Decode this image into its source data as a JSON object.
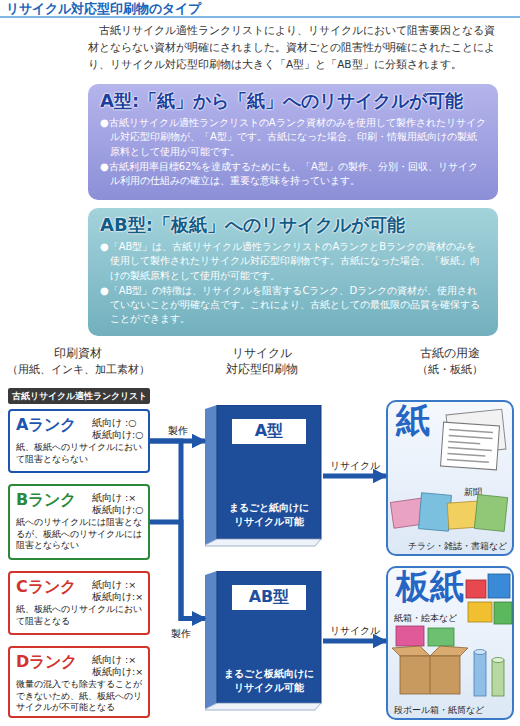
{
  "diagram": {
    "title": "リサイクル対応型印刷物のタイプ",
    "nodes": [
      {
        "text": [
          "A型:「紙」から「紙」へのリサイクルが可能",
          "●古紙リサイクル適性ランクリストのAランク資材のみを使用して製作されたリサイクル対応型印刷物が、「A型」です。古紙になった場合、印刷・情報用紙向けの製紙原料として使用が可能です。",
          "●古紙利用率目標62%を達成するためにも、「A型」の製作、分別・回収、リサイクル利用の仕組みの確立は、重要な意味を持っています。"
        ]
      },
      {
        "text": [
          "AB型:「板紙」へのリサイクルが可能",
          "●「AB型」は、古紙リサイクル適性ランクリストのAランクとBランクの資材のみを使用して製作されたリサイクル対応型印刷物です。古紙になった場合、「板紙」向けの製紙原料として使用が可能です。",
          "●「AB型」の特徴は、リサイクルを阻害するCランク、Dランクの資材が、使用されていないことが明確な点です。これにより、古紙としての最低限の品質を確保することができます。"
        ]
      },
      {
        "text": [
          "古紙リサイクル適性ランクリスト"
        ]
      },
      {
        "text": [
          "Aランク",
          "紙向け :○ 板紙向け:○",
          "紙、板紙へのリサイクルにおいて阻害とならない"
        ]
      },
      {
        "text": [
          "Bランク",
          "紙向け :× 板紙向け:○",
          "紙へのリサイクルには阻害となるが、板紙へのリサイクルには阻害とならない"
        ]
      },
      {
        "text": [
          "Cランク",
          "紙向け :× 板紙向け:×",
          "紙、板紙へのリサイクルにおいて阻害となる"
        ]
      },
      {
        "text": [
          "Dランク",
          "紙向け :× 板紙向け:×",
          "微量の混入でも除去することができないため、紙、板紙へのリサイクルが不可能となる"
        ]
      },
      {
        "text": [
          "A型",
          "まるごと紙向けに リサイクル可能"
        ]
      },
      {
        "text": [
          "AB型",
          "まるごと板紙向けに リサイクル可能"
        ]
      },
      {
        "text": [
          "紙",
          "新聞",
          "チラシ・雑誌・書籍など"
        ]
      },
      {
        "text": [
          "板紙",
          "紙箱・絵本など",
          "段ボール箱・紙筒など"
        ]
      }
    ],
    "edges": [
      {
        "from": 3,
        "to": 7,
        "arrow": "to",
        "label": "製作"
      },
      {
        "from": 3,
        "to": 8,
        "arrow": "to"
      },
      {
        "from": 4,
        "to": 8,
        "arrow": "to",
        "label": "製作"
      },
      {
        "from": 7,
        "to": 9,
        "arrow": "to",
        "label": "リサイクル"
      },
      {
        "from": 8,
        "to": 10,
        "arrow": "to",
        "label": "リサイクル"
      }
    ],
    "labels": [
      "古紙リサイクル適性ランクリストにより、リサイクルにおいて阻害要因となる資材とならない資材が明確にされました。資材ごとの阻害性が明確にされたことにより、リサイクル対応型印刷物は大きく「A型」と「AB型」に分類されます。",
      "印刷資材",
      "（用紙、インキ、加工素材）",
      "リサイクル 対応型印刷物",
      "古紙の用途",
      "（紙・板紙）"
    ]
  }
}
